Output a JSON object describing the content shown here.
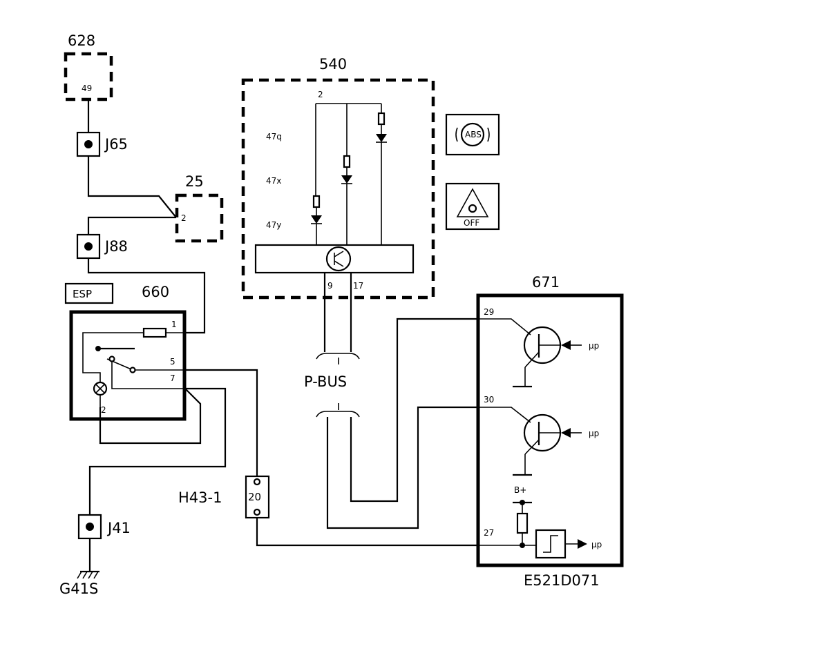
{
  "components": {
    "c628": {
      "number": "628",
      "pin": "49"
    },
    "c25": {
      "number": "25",
      "pin": "2"
    },
    "c540": {
      "number": "540",
      "pin_top": "2",
      "pin_left": "9",
      "pin_right": "17",
      "leds": [
        "47q",
        "47x",
        "47y"
      ]
    },
    "c660": {
      "number": "660",
      "pins": [
        "1",
        "5",
        "7",
        "2"
      ]
    },
    "c671": {
      "number": "671",
      "pins": [
        "29",
        "30",
        "27"
      ],
      "mp": "μp",
      "bplus": "B+"
    },
    "esp_label": "ESP",
    "abs_icon_text": "ABS",
    "esp_off_icon_text": "OFF"
  },
  "junctions": [
    "J65",
    "J88",
    "J41"
  ],
  "connector": {
    "name": "H43-1",
    "pin": "20"
  },
  "ground": "G41S",
  "bus": "P-BUS",
  "diagram_id": "E521D071"
}
